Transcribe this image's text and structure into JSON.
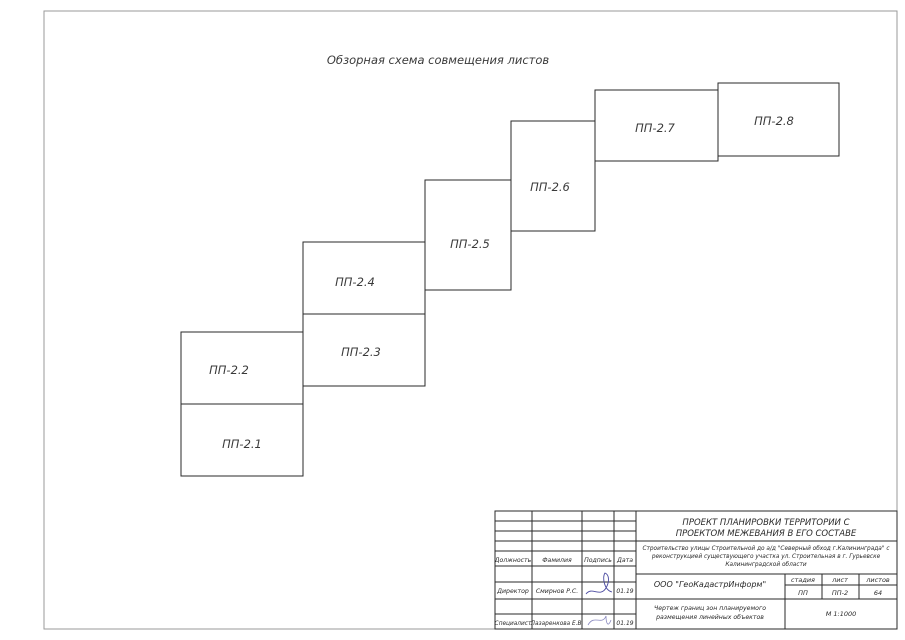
{
  "title": "Обзорная схема совмещения листов",
  "sheets": [
    "ПП-2.1",
    "ПП-2.2",
    "ПП-2.3",
    "ПП-2.4",
    "ПП-2.5",
    "ПП-2.6",
    "ПП-2.7",
    "ПП-2.8"
  ],
  "stamp": {
    "project_title_line1": "ПРОЕКТ ПЛАНИРОВКИ ТЕРРИТОРИИ С",
    "project_title_line2": "ПРОЕКТОМ МЕЖЕВАНИЯ В ЕГО СОСТАВЕ",
    "object_line1": "Строительство улицы Строительной до а/д \"Северный обход г.Калининграда\" с",
    "object_line2": "реконструкцией существующего участка ул. Строительная в г. Гурьевске",
    "object_line3": "Калининградской области",
    "col_position": "Должность",
    "col_surname": "Фамилия",
    "col_signature": "Подпись",
    "col_date": "Дата",
    "row1_position": "Директор",
    "row1_name": "Смирнов Р.С.",
    "row1_date": "01.19",
    "row2_position": "Специалист",
    "row2_name": "Лазаренкова Е.В.",
    "row2_date": "01.19",
    "company": "ООО \"ГеоКадастрИнформ\"",
    "stage_label": "стадия",
    "sheet_label": "лист",
    "sheets_label": "листов",
    "stage_value": "ПП",
    "sheet_value": "ПП-2",
    "sheets_value": "64",
    "drawing_name_line1": "Чертеж границ зон планируемого",
    "drawing_name_line2": "размещения линейных объектов",
    "scale": "М 1:1000"
  }
}
